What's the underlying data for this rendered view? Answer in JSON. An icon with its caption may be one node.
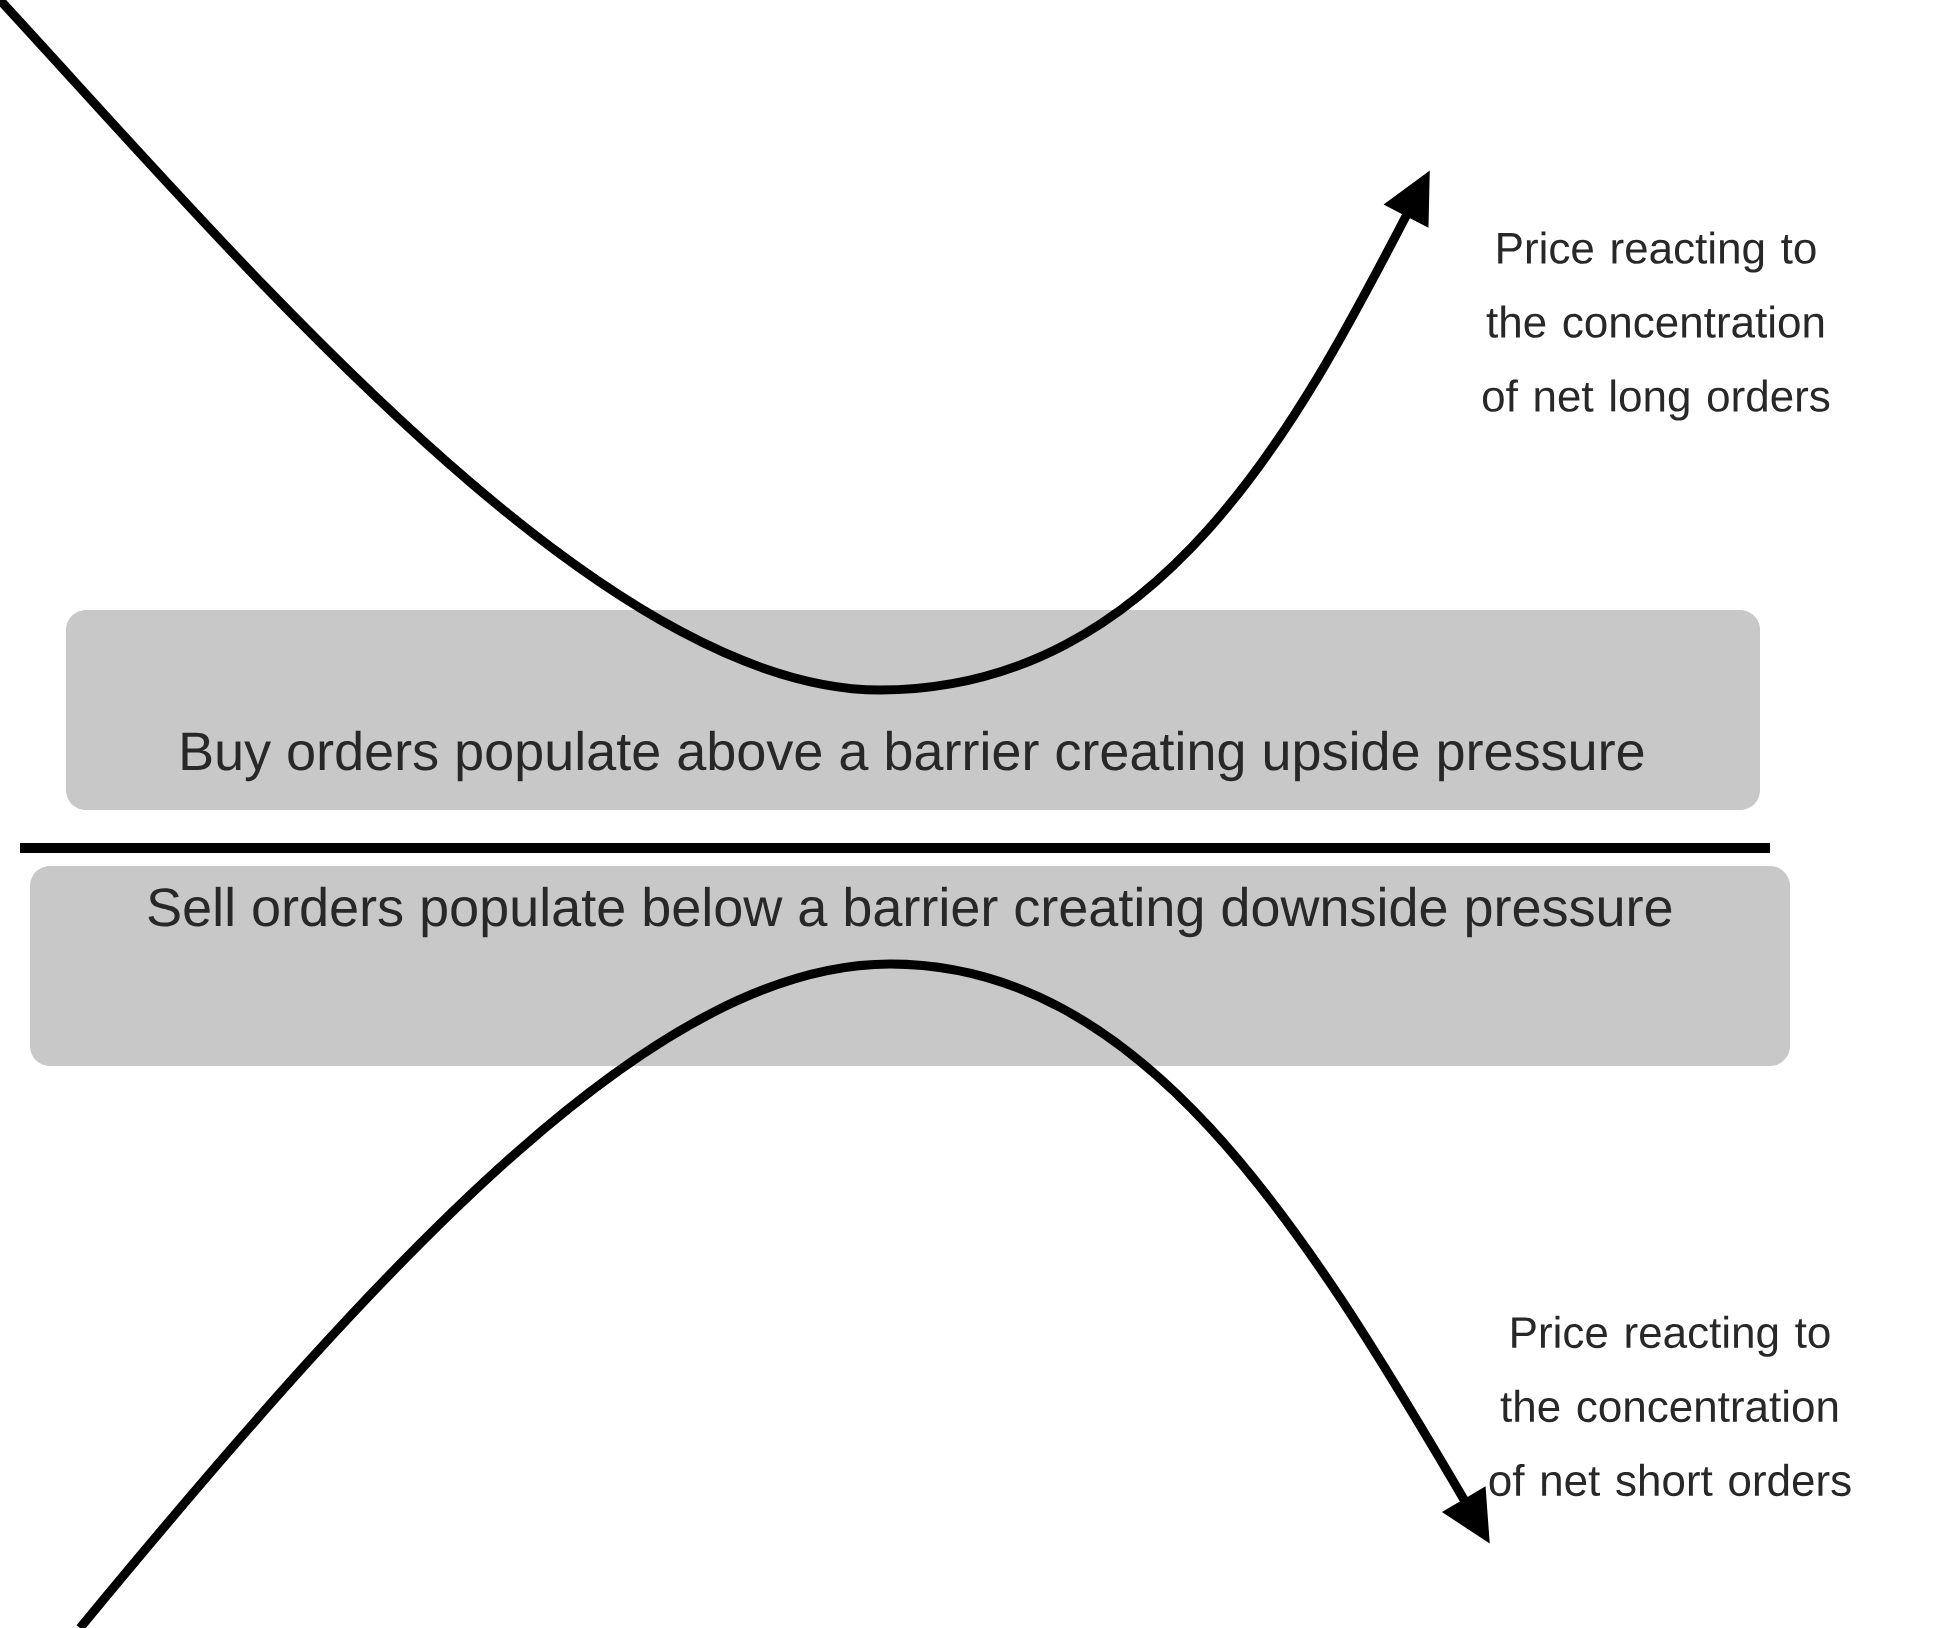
{
  "diagram": {
    "nodes": [
      {
        "text": [
          "Buy orders populate above a barrier creating upside pressure"
        ]
      },
      {
        "text": [
          "Sell orders populate below a barrier creating downside pressure"
        ]
      }
    ],
    "labels": [
      "Price reacting to the concentration of net long orders",
      "Price reacting to the concentration of net short orders"
    ]
  }
}
